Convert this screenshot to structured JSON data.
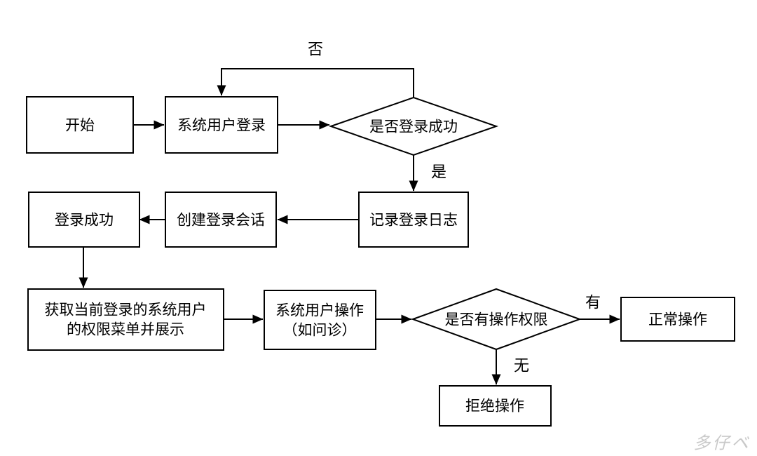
{
  "diagram": {
    "background_color": "#ffffff",
    "line_color": "#000000",
    "nodes": {
      "start": {
        "label": "开始"
      },
      "system_user_login": {
        "label": "系统用户登录"
      },
      "login_success_decision": {
        "label": "是否登录成功"
      },
      "record_login_log": {
        "label": "记录登录日志"
      },
      "create_login_session": {
        "label": "创建登录会话"
      },
      "login_success": {
        "label": "登录成功"
      },
      "fetch_permission_menu": {
        "line1": "获取当前登录的系统用户",
        "line2": "的权限菜单并展示"
      },
      "system_user_operation": {
        "line1": "系统用户操作",
        "line2": "（如问诊）"
      },
      "has_permission_decision": {
        "label": "是否有操作权限"
      },
      "normal_operation": {
        "label": "正常操作"
      },
      "reject_operation": {
        "label": "拒绝操作"
      }
    },
    "edge_labels": {
      "no": "否",
      "yes": "是",
      "has_permission": "有",
      "no_permission": "无"
    },
    "watermark": {
      "text": "多仔ベ",
      "color": "#c9c9c9"
    }
  }
}
